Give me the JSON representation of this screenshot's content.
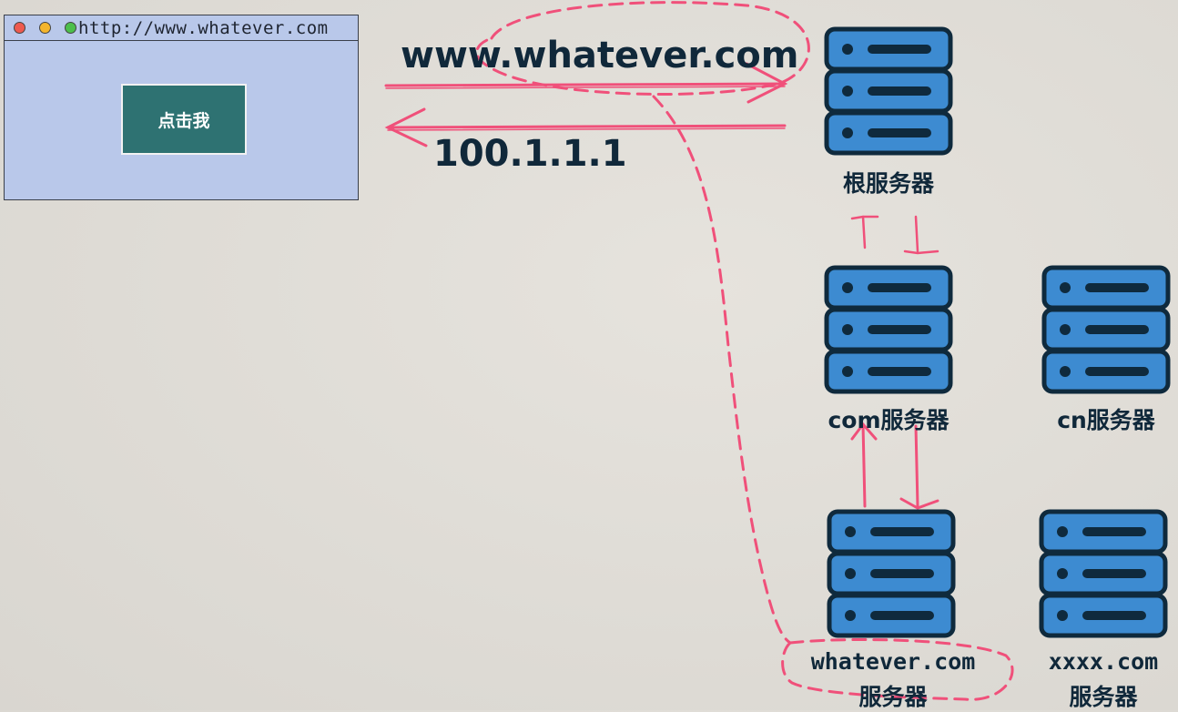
{
  "browser": {
    "url": "http://www.whatever.com",
    "button_label": "点击我"
  },
  "arrows": {
    "request_label": "www.whatever.com",
    "response_label": "100.1.1.1"
  },
  "servers": {
    "root": {
      "label": "根服务器"
    },
    "com": {
      "label": "com服务器"
    },
    "cn": {
      "label": "cn服务器"
    },
    "whatever": {
      "label_line1": "whatever.com",
      "label_line2": "服务器"
    },
    "xxxx": {
      "label_line1": "xxxx.com",
      "label_line2": "服务器"
    }
  },
  "colors": {
    "server_body": "#3d8bd1",
    "server_outline": "#0f2a3d",
    "arrow": "#f0507a",
    "browser_bg": "#b9c8ea",
    "button_bg": "#2e7272"
  },
  "icons": {
    "server": "server-rack-icon"
  }
}
